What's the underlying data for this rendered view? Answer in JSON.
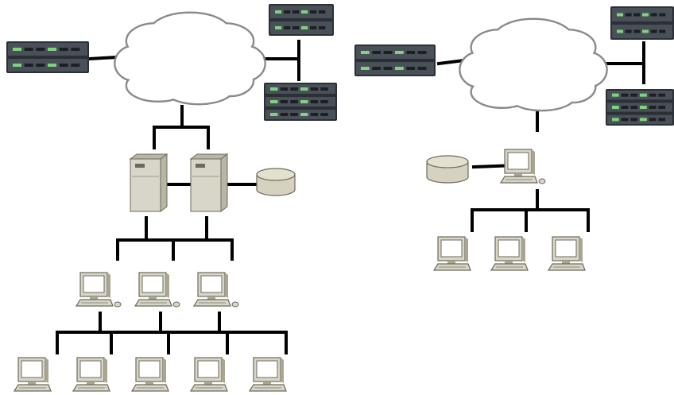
{
  "diagram": {
    "colors": {
      "background": "#ffffff",
      "link": "#000000",
      "cloud_fill": "#ffffff",
      "cloud_stroke": "#8a8a8a",
      "router_body": "#2b2f36",
      "router_panel": "#4a5058",
      "router_light": "#7fd27f",
      "server_body": "#d8d6c8",
      "server_shade": "#b9b6a6",
      "disk_fill": "#d6d2bf",
      "disk_stroke": "#6d6a5c",
      "computer_body": "#d8d6c8",
      "computer_screen": "#ffffff",
      "computer_shade": "#a9a591"
    },
    "left_network": {
      "cloud": {
        "name": "wan-cloud-left"
      },
      "routers": [
        {
          "name": "edge-router-left-west",
          "icon": "rack-router-icon"
        },
        {
          "name": "edge-router-left-northeast",
          "icon": "rack-router-icon"
        },
        {
          "name": "edge-router-left-southeast",
          "icon": "rack-router-icon"
        }
      ],
      "servers": [
        {
          "name": "server-left-1",
          "icon": "tower-server-icon"
        },
        {
          "name": "server-left-2",
          "icon": "tower-server-icon"
        }
      ],
      "storage": {
        "name": "disk-storage-left",
        "icon": "database-disk-icon"
      },
      "middle_tier": [
        {
          "name": "workstation-middle-1",
          "icon": "desktop-computer-icon"
        },
        {
          "name": "workstation-middle-2",
          "icon": "desktop-computer-icon"
        },
        {
          "name": "workstation-middle-3",
          "icon": "desktop-computer-icon"
        }
      ],
      "bottom_tier": [
        {
          "name": "workstation-bottom-1",
          "icon": "desktop-computer-icon"
        },
        {
          "name": "workstation-bottom-2",
          "icon": "desktop-computer-icon"
        },
        {
          "name": "workstation-bottom-3",
          "icon": "desktop-computer-icon"
        },
        {
          "name": "workstation-bottom-4",
          "icon": "desktop-computer-icon"
        },
        {
          "name": "workstation-bottom-5",
          "icon": "desktop-computer-icon"
        }
      ]
    },
    "right_network": {
      "cloud": {
        "name": "wan-cloud-right"
      },
      "routers": [
        {
          "name": "edge-router-right-west",
          "icon": "rack-router-icon"
        },
        {
          "name": "edge-router-right-northeast",
          "icon": "rack-router-icon"
        },
        {
          "name": "edge-router-right-southeast",
          "icon": "rack-router-icon"
        }
      ],
      "host": {
        "name": "host-computer-right",
        "icon": "desktop-computer-icon"
      },
      "storage": {
        "name": "disk-storage-right",
        "icon": "database-disk-icon"
      },
      "clients": [
        {
          "name": "client-right-1",
          "icon": "desktop-computer-icon"
        },
        {
          "name": "client-right-2",
          "icon": "desktop-computer-icon"
        },
        {
          "name": "client-right-3",
          "icon": "desktop-computer-icon"
        }
      ]
    }
  }
}
